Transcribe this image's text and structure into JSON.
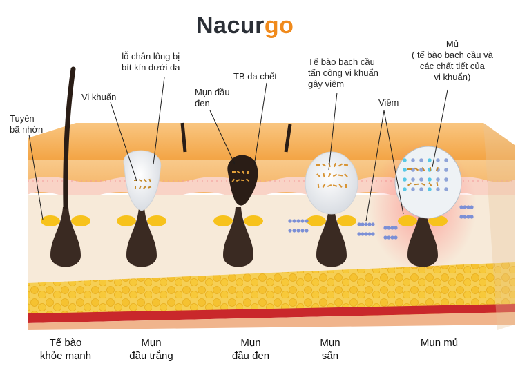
{
  "logo": {
    "part1": "Nacur",
    "part2": "go"
  },
  "labels": {
    "tuyen_ba_nhon": "Tuyến\nbã nhờn",
    "vi_khuan": "Vi khuẩn",
    "lo_chan_long": "lỗ chân lông bị\nbít kín dưới da",
    "mun_dau_den_top": "Mụn đầu\nđen",
    "tb_da_chet": "TB da chết",
    "te_bao_bach_cau": "Tế bào bạch cầu\ntấn công vi khuẩn\ngây viêm",
    "viem": "Viêm",
    "mu": "Mủ\n( tế bào bạch cầu và\ncác chất tiết của\nvi khuẩn)"
  },
  "stages": [
    {
      "label": "Tế bào\nkhỏe mạnh"
    },
    {
      "label": "Mụn\nđầu trắng"
    },
    {
      "label": "Mụn\nđầu đen"
    },
    {
      "label": "Mụn\nsẩn"
    },
    {
      "label": "Mụn mủ"
    }
  ],
  "colors": {
    "top_skin": "#f6b45e",
    "pink_layer": "#f9d4cc",
    "dermis": "#f6e9d9",
    "fat": "#f3c443",
    "red_band": "#c8282a",
    "follicle": "#3a2a22",
    "sebum": "#f6c21b"
  }
}
